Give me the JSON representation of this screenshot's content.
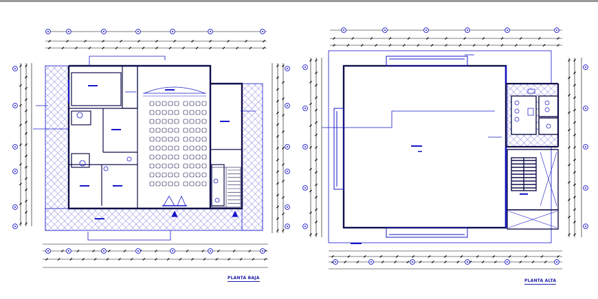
{
  "drawing": {
    "plans": [
      {
        "key": "ground",
        "title": "PLANTA BAJA"
      },
      {
        "key": "upper",
        "title": "PLANTA ALTA"
      }
    ]
  },
  "colors": {
    "line_blue": "#1515c8",
    "wall_dark": "#0d0d4a",
    "hatch": "#3a3acf",
    "dim_black": "#000000",
    "background": "#ffffff"
  }
}
